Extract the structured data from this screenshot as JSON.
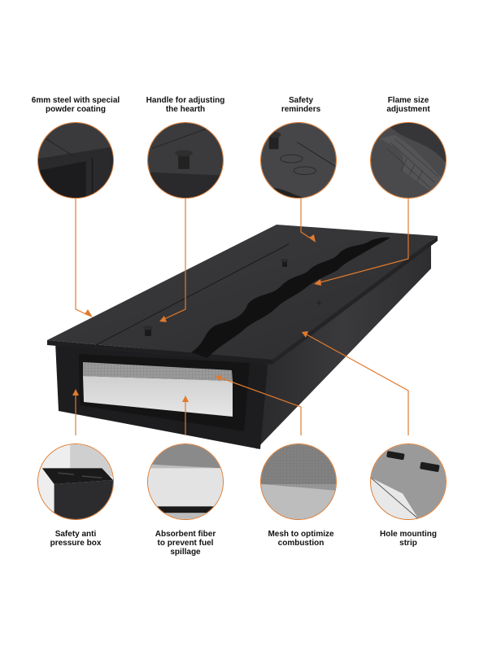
{
  "accent_color": "#e07a2e",
  "top_features": [
    {
      "label": "6mm steel with special powder coating",
      "line1": "6mm steel with special",
      "line2": "powder coating"
    },
    {
      "label": "Handle for adjusting the hearth",
      "line1": "Handle for adjusting",
      "line2": "the hearth"
    },
    {
      "label": "Safety reminders",
      "line1": "Safety",
      "line2": "reminders"
    },
    {
      "label": "Flame size adjustment",
      "line1": "Flame size",
      "line2": "adjustment"
    }
  ],
  "bottom_features": [
    {
      "label": "Safety anti pressure box",
      "line1": "Safety anti",
      "line2": "pressure box",
      "line3": ""
    },
    {
      "label": "Absorbent fiber to prevent fuel spillage",
      "line1": "Absorbent fiber",
      "line2": "to prevent fuel",
      "line3": "spillage"
    },
    {
      "label": "Mesh to optimize combustion",
      "line1": "Mesh to optimize",
      "line2": "combustion",
      "line3": ""
    },
    {
      "label": "Hole mounting strip",
      "line1": "Hole mounting",
      "line2": "strip",
      "line3": ""
    }
  ]
}
